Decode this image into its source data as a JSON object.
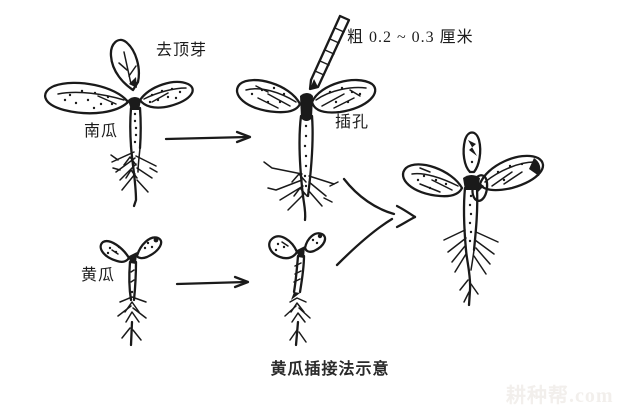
{
  "figure": {
    "caption": "黄瓜插接法示意",
    "watermark": "耕种帮.com"
  },
  "labels": {
    "remove_top_bud": "去顶芽",
    "pumpkin": "南瓜",
    "stick_thickness": "粗 0.2 ~ 0.3 厘米",
    "insert_hole": "插孔",
    "cucumber": "黄瓜"
  },
  "colors": {
    "ink": "#1a1a1a",
    "background": "#ffffff",
    "watermark_gray": "#f2efec"
  },
  "icons": {
    "pumpkin_seedling": "pumpkin-seedling-icon",
    "bamboo_needle": "bamboo-needle-icon",
    "rootstock_seedling": "rootstock-with-hole-icon",
    "cucumber_seedling": "cucumber-seedling-icon",
    "cucumber_scion": "cucumber-scion-icon",
    "grafted_plant": "grafted-plant-icon",
    "arrows": [
      "arrow-right-icon",
      "arrow-right-icon",
      "converging-arrows-icon"
    ]
  }
}
